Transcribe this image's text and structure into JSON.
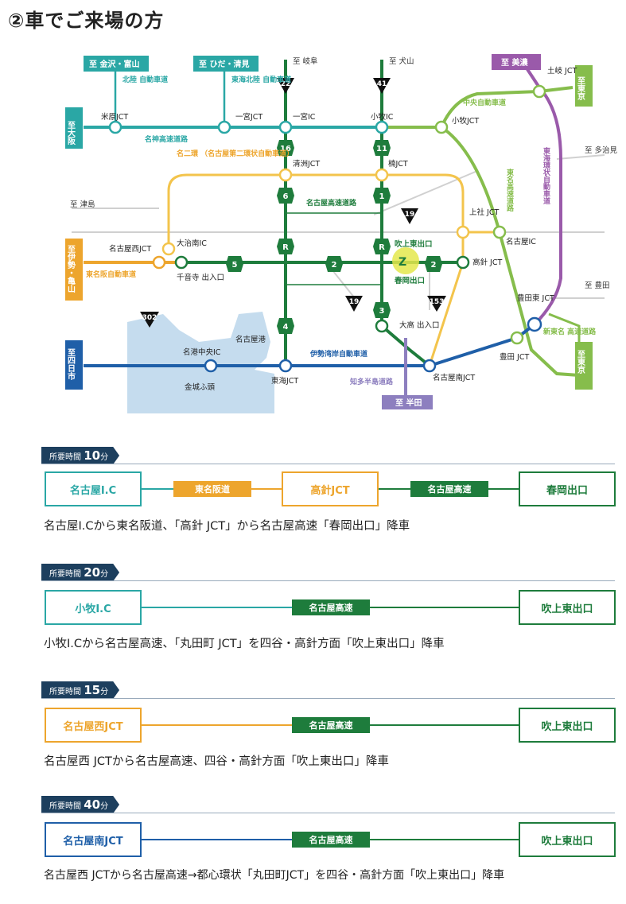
{
  "title": "②車でご来場の方",
  "map": {
    "dest_boxes": {
      "kanazawa": "至 金沢・富山",
      "hida": "至 ひだ・清見",
      "mino": "至 美濃",
      "osaka": "至大阪",
      "tokyo_top": "至東京",
      "ise": "至伊勢・亀山",
      "yokkaichi": "至四日市",
      "handa": "至 半田",
      "tokyo_bottom": "至東京"
    },
    "dest_text": {
      "gifu": "至 岐阜",
      "inuyama": "至 犬山",
      "tajimi": "至\n多治見",
      "tsushima": "至\n津島",
      "toyota": "至\n豊田"
    },
    "road_names": {
      "hokuriku": "北陸\n自動車道",
      "tokai_hokuriku": "東海北陸\n自動車道",
      "meishin": "名神高速道路",
      "meinikan": "名二環\n（名古屋第二環状自動車道）",
      "chuo": "中央自動車道",
      "tomei": "東名高速道路",
      "tokai_kanjo": "東海環状自動車道",
      "nagoya_kosoku": "名古屋高速道路",
      "higashi_meihan": "東名阪自動車道",
      "isewangan": "伊勢湾岸自動車道",
      "chita": "知多半島道路",
      "shin_tomei": "新東名\n高速道路"
    },
    "places": {
      "maibara": "米原JCT",
      "ichinomiya_jct": "一宮JCT",
      "ichinomiya_ic": "一宮IC",
      "komaki_ic": "小牧IC",
      "komaki_jct": "小牧JCT",
      "toki": "土岐\nJCT",
      "kiyosu": "清洲JCT",
      "kusunoki": "楠JCT",
      "kamiyashiro": "上社\nJCT",
      "nagoya_ic": "名古屋IC",
      "nagoya_nishi": "名古屋西JCT",
      "jimokuji_ic": "大治南IC",
      "jimokuji_gate": "千音寺\n出入口",
      "fukiage": "吹上東出口",
      "haruoka": "春岡出口",
      "takabari": "高針\nJCT",
      "toyota_higashi": "豊田東\nJCT",
      "toyota_jct": "豊田\nJCT",
      "odaka": "大高\n出入口",
      "nagoya_minami": "名古屋南JCT",
      "tokai_jct": "東海JCT",
      "meiko_chuo": "名港中央IC",
      "nagoya_port": "名古屋港",
      "kinjo": "金城ふ頭"
    },
    "route_numbers": {
      "r22": "22",
      "r41": "41",
      "r19a": "19",
      "r19b": "19",
      "r153": "153",
      "r302": "302",
      "n16": "16",
      "n11": "11",
      "n6": "6",
      "n1": "1",
      "n5": "5",
      "n2a": "2",
      "n2b": "2",
      "n3": "3",
      "n4": "4",
      "rL": "R",
      "rR": "R"
    },
    "colors": {
      "meishin": "#2aa7a5",
      "meinikan": "#f3c44c",
      "chuo": "#86bd4c",
      "tokai_kanjo": "#9a5aaa",
      "nagoya_kosoku": "#1e7c3c",
      "higashi_meihan": "#eda52d",
      "isewangan": "#1f5fa8",
      "chita": "#8d7fbf",
      "sea": "#c5dcee"
    }
  },
  "routes": [
    {
      "time_label": "所要時間",
      "minutes": "10",
      "unit": "分",
      "start": "名古屋I.C",
      "start_color": "#2aa7a5",
      "mid1": "東名阪道",
      "mid1_color": "#eda52d",
      "mid2": "高針JCT",
      "mid2_color": "#eda52d",
      "mid3": "名古屋高速",
      "mid3_color": "#1e7c3c",
      "end": "春岡出口",
      "end_color": "#1e7c3c",
      "description": "名古屋I.Cから東名阪道、「高針 JCT」から名古屋高速「春岡出口」降車"
    },
    {
      "time_label": "所要時間",
      "minutes": "20",
      "unit": "分",
      "start": "小牧I.C",
      "start_color": "#2aa7a5",
      "mid": "名古屋高速",
      "mid_color": "#1e7c3c",
      "end": "吹上東出口",
      "end_color": "#1e7c3c",
      "description": "小牧I.Cから名古屋高速、「丸田町 JCT」を四谷・高針方面「吹上東出口」降車"
    },
    {
      "time_label": "所要時間",
      "minutes": "15",
      "unit": "分",
      "start": "名古屋西JCT",
      "start_color": "#eda52d",
      "mid": "名古屋高速",
      "mid_color": "#1e7c3c",
      "end": "吹上東出口",
      "end_color": "#1e7c3c",
      "description": "名古屋西 JCTから名古屋高速、四谷・高針方面「吹上東出口」降車"
    },
    {
      "time_label": "所要時間",
      "minutes": "40",
      "unit": "分",
      "start": "名古屋南JCT",
      "start_color": "#1f5fa8",
      "mid": "名古屋高速",
      "mid_color": "#1e7c3c",
      "end": "吹上東出口",
      "end_color": "#1e7c3c",
      "description": "名古屋西 JCTから名古屋高速→都心環状「丸田町JCT」を四谷・高針方面「吹上東出口」降車"
    }
  ]
}
